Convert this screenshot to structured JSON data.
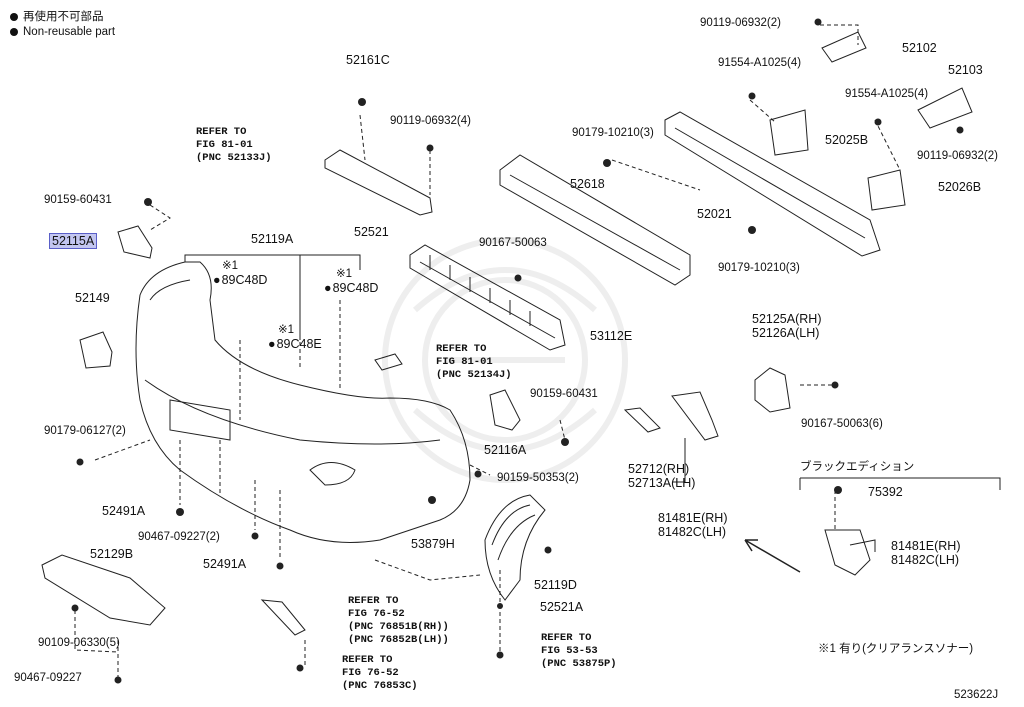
{
  "legend": {
    "line1": "再使用不可部品",
    "line2": "Non-reusable part"
  },
  "labels": {
    "p90119_06932_2": "90119-06932(2)",
    "p52102": "52102",
    "p91554_a1025_4a": "91554-A1025(4)",
    "p52103": "52103",
    "p91554_a1025_4b": "91554-A1025(4)",
    "p52161c": "52161C",
    "p90119_06932_4": "90119-06932(4)",
    "p90179_10210_3a": "90179-10210(3)",
    "p52025b": "52025B",
    "p90119_06932_2b": "90119-06932(2)",
    "ref_81_01_a_l1": "REFER TO",
    "ref_81_01_a_l2": "FIG 81-01",
    "ref_81_01_a_l3": "(PNC 52133J)",
    "p52618": "52618",
    "p52026b": "52026B",
    "p90159_60431": "90159-60431",
    "p52521": "52521",
    "p52021": "52021",
    "p52115a": "52115A",
    "p52119a": "52119A",
    "p90167_50063": "90167-50063",
    "p90179_10210_3b": "90179-10210(3)",
    "mark_1a": "※1",
    "p89c48d_a": "89C48D",
    "mark_1b": "※1",
    "p89c48d_b": "89C48D",
    "p52149": "52149",
    "mark_1c": "※1",
    "p89c48e": "89C48E",
    "p53112e": "53112E",
    "p52125a": "52125A(RH)",
    "p52126a": "52126A(LH)",
    "ref_81_01_b_l1": "REFER TO",
    "ref_81_01_b_l2": "FIG 81-01",
    "ref_81_01_b_l3": "(PNC 52134J)",
    "p90159_60431b": "90159-60431",
    "p90167_50063_6": "90167-50063(6)",
    "p90179_06127_2": "90179-06127(2)",
    "p52116a": "52116A",
    "p52712": "52712(RH)",
    "p52713a": "52713A(LH)",
    "black_edition": "ブラックエディション",
    "p90159_50353_2": "90159-50353(2)",
    "p75392": "75392",
    "p52491a_a": "52491A",
    "p81481e_a": "81481E(RH)",
    "p81482c_a": "81482C(LH)",
    "p90467_09227_2": "90467-09227(2)",
    "p53879h": "53879H",
    "p52129b": "52129B",
    "p52491a_b": "52491A",
    "p81481e_b": "81481E(RH)",
    "p81482c_b": "81482C(LH)",
    "p52119d": "52119D",
    "ref_76_52_a_l1": "REFER TO",
    "ref_76_52_a_l2": "FIG 76-52",
    "ref_76_52_a_l3": "(PNC 76851B(RH))",
    "ref_76_52_a_l4": "(PNC 76852B(LH))",
    "p52521a": "52521A",
    "p90109_06330_5": "90109-06330(5)",
    "ref_53_53_l1": "REFER TO",
    "ref_53_53_l2": "FIG 53-53",
    "ref_53_53_l3": "(PNC 53875P)",
    "note_1": "※1 有り(クリアランスソナー)",
    "ref_76_52_b_l1": "REFER TO",
    "ref_76_52_b_l2": "FIG 76-52",
    "ref_76_52_b_l3": "(PNC 76853C)",
    "p90467_09227": "90467-09227",
    "diagram_code": "523622J"
  }
}
